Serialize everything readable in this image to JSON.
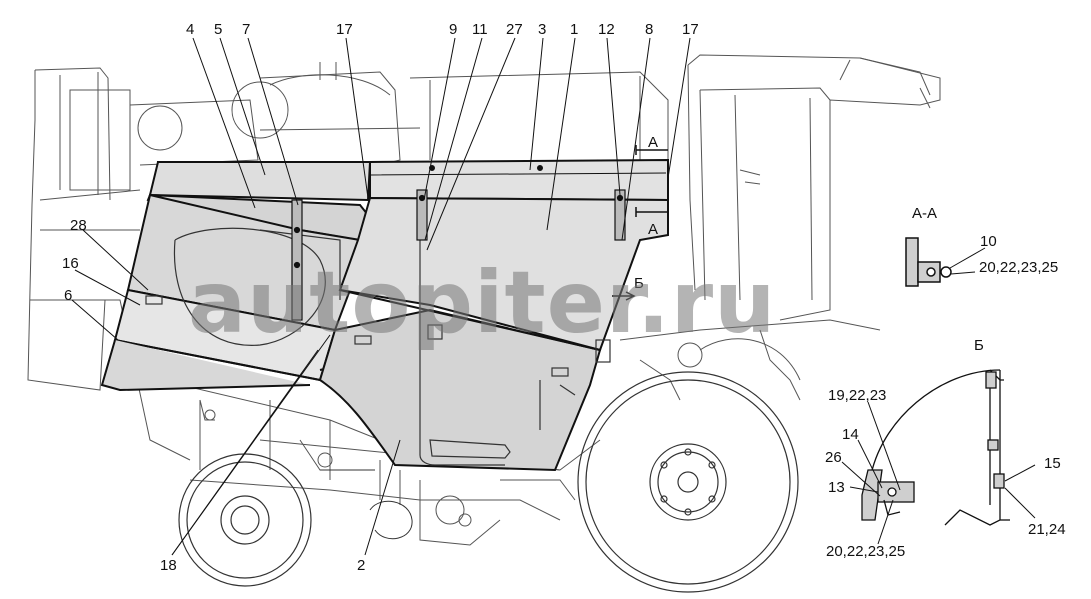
{
  "title": "",
  "watermark": "autopiter.ru",
  "section_views": {
    "aa_title": "А-А",
    "b_title": "Б",
    "section_mark_a": "А",
    "view_mark_b": "Б"
  },
  "callouts": {
    "c4": "4",
    "c5": "5",
    "c7": "7",
    "c17a": "17",
    "c9": "9",
    "c11": "11",
    "c27": "27",
    "c3": "3",
    "c1": "1",
    "c12": "12",
    "c8": "8",
    "c17b": "17",
    "c28": "28",
    "c16": "16",
    "c6": "6",
    "c18": "18",
    "c2": "2",
    "c10": "10",
    "c20_22_23_25_aa": "20,22,23,25",
    "c19_22_23": "19,22,23",
    "c14": "14",
    "c26": "26",
    "c13": "13",
    "c15": "15",
    "c21_24": "21,24",
    "c20_22_23_25_b": "20,22,23,25"
  },
  "colors": {
    "line": "#333333",
    "light_line": "#777777",
    "panel_fill": "#dcdcdc",
    "panel_stroke": "#111111"
  }
}
